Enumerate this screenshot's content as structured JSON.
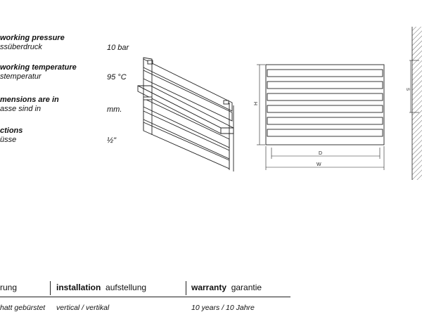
{
  "specs": [
    {
      "title": "working pressure",
      "subtitle": "ssüberdruck",
      "value": "10 bar"
    },
    {
      "title": "working temperature",
      "subtitle": "stemperatur",
      "value": "95 °C"
    },
    {
      "title": "mensions are in",
      "subtitle": "asse sind in",
      "value": "mm."
    },
    {
      "title": "ctions",
      "subtitle": "üsse",
      "value": "½\""
    }
  ],
  "drawing": {
    "dim_h": "H",
    "dim_d": "D",
    "dim_w": "W",
    "dim_s": "S"
  },
  "footer": {
    "col1_head_normal": "rung",
    "col2_head_bold": "installation",
    "col2_head_normal": "aufstellung",
    "col3_head_bold": "warranty",
    "col3_head_normal": "garantie",
    "col1_value": "hatt gebürstet",
    "col2_value": "vertical / vertikal",
    "col3_value": "10 years / 10 Jahre"
  }
}
